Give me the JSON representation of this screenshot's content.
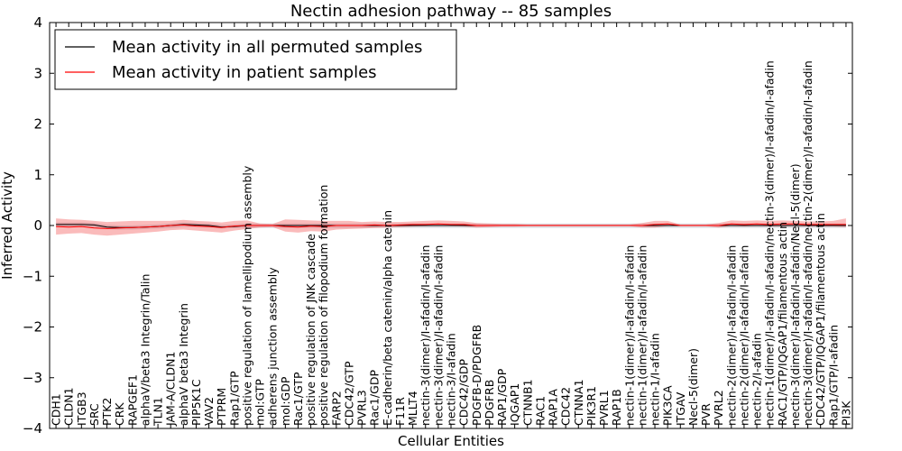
{
  "chart_data": {
    "type": "line",
    "title": "Nectin adhesion pathway -- 85 samples",
    "xlabel": "Cellular Entities",
    "ylabel": "Inferred Activity",
    "ylim": [
      -4,
      4
    ],
    "yticks": [
      "−4",
      "−3",
      "−2",
      "−1",
      "0",
      "1",
      "2",
      "3",
      "4"
    ],
    "grid": false,
    "legend_position": "top-left",
    "categories": [
      "CDH1",
      "CLDN1",
      "ITGB3",
      "SRC",
      "PTK2",
      "CRK",
      "RAPGEF1",
      "alphaV/beta3 Integrin/Talin",
      "TLN1",
      "JAM-A/CLDN1",
      "alphaV beta3 Integrin",
      "PIP5K1C",
      "VAV2",
      "PTPRM",
      "Rap1/GTP",
      "positive regulation of lamellipodium assembly",
      "mol:GTP",
      "adherens junction assembly",
      "mol:GDP",
      "Rac1/GTP",
      "positive regulation of JNK cascade",
      "positive regulation of filopodium formation",
      "FARP2",
      "CDC42/GTP",
      "PVRL3",
      "Rac1/GDP",
      "E-cadherin/beta catenin/alpha catenin",
      "F11R",
      "MLLT4",
      "nectin-3(dimer)/I-afadin/I-afadin",
      "nectin-3(dimer)/I-afadin/I-afadin",
      "nectin-3/I-afadin",
      "CDC42/GDP",
      "PDGFB-D/PDGFRB",
      "PDGFRB",
      "RAP1/GDP",
      "IQGAP1",
      "CTNNB1",
      "RAC1",
      "RAP1A",
      "CDC42",
      "CTNNA1",
      "PIK3R1",
      "PVRL1",
      "RAP1B",
      "nectin-1(dimer)/I-afadin/I-afadin",
      "nectin-1(dimer)/I-afadin/I-afadin",
      "nectin-1/I-afadin",
      "PIK3CA",
      "ITGAV",
      "Necl-5(dimer)",
      "PVR",
      "PVRL2",
      "nectin-2(dimer)/I-afadin/I-afadin",
      "nectin-2(dimer)/I-afadin/I-afadin",
      "nectin-2/I-afadin",
      "nectin-1(dimer)/I-afadin/I-afadin/nectin-3(dimer)/I-afadin/I-afadin",
      "RAC1/GTP/IQGAP1/filamentous actin",
      "nectin-3(dimer)/I-afadin/I-afadin/Necl-5(dimer)",
      "nectin-3(dimer)/I-afadin/I-afadin/nectin-2(dimer)/I-afadin/I-afadin",
      "CDC42/GTP/IQGAP1/filamentous actin",
      "Rap1/GTP/I-afadin",
      "PI3K"
    ],
    "series": [
      {
        "name": "Mean activity in all permuted samples",
        "color": "#000000",
        "values": [
          0.02,
          0.02,
          0.02,
          0.01,
          -0.03,
          -0.04,
          -0.04,
          -0.03,
          -0.02,
          0.0,
          0.02,
          0.01,
          0.0,
          -0.03,
          -0.02,
          0.0,
          0.0,
          0.0,
          0.0,
          0.0,
          0.0,
          0.0,
          0.0,
          0.0,
          0.0,
          0.0,
          0.0,
          0.0,
          0.0,
          0.0,
          0.0,
          0.0,
          0.0,
          0.0,
          0.0,
          0.0,
          0.0,
          0.0,
          0.0,
          0.0,
          0.0,
          0.0,
          0.0,
          0.0,
          0.0,
          0.0,
          0.0,
          0.0,
          0.0,
          0.0,
          0.0,
          0.0,
          0.0,
          0.0,
          0.0,
          0.0,
          0.0,
          0.0,
          0.0,
          0.0,
          0.0,
          0.0,
          0.0
        ],
        "band_low": [
          -0.03,
          -0.03,
          -0.03,
          -0.04,
          -0.07,
          -0.08,
          -0.08,
          -0.07,
          -0.06,
          -0.05,
          -0.03,
          -0.03,
          -0.04,
          -0.06,
          -0.05,
          -0.05,
          -0.05,
          -0.05,
          -0.05,
          -0.05,
          -0.05,
          -0.05,
          -0.05,
          -0.05,
          -0.05,
          -0.05,
          -0.05,
          -0.05,
          -0.05,
          -0.05,
          -0.05,
          -0.05,
          -0.05,
          -0.05,
          -0.05,
          -0.05,
          -0.05,
          -0.05,
          -0.05,
          -0.05,
          -0.05,
          -0.05,
          -0.05,
          -0.05,
          -0.05,
          -0.05,
          -0.05,
          -0.05,
          -0.05,
          -0.05,
          -0.05,
          -0.05,
          -0.05,
          -0.05,
          -0.05,
          -0.05,
          -0.05,
          -0.05,
          -0.05,
          -0.05,
          -0.05,
          -0.05,
          -0.05
        ],
        "band_high": [
          0.06,
          0.06,
          0.06,
          0.05,
          0.01,
          0.0,
          0.0,
          0.01,
          0.02,
          0.04,
          0.06,
          0.05,
          0.04,
          0.01,
          0.02,
          0.04,
          0.04,
          0.04,
          0.04,
          0.04,
          0.04,
          0.04,
          0.04,
          0.04,
          0.04,
          0.04,
          0.04,
          0.04,
          0.04,
          0.04,
          0.04,
          0.04,
          0.04,
          0.04,
          0.04,
          0.04,
          0.04,
          0.04,
          0.04,
          0.04,
          0.04,
          0.04,
          0.04,
          0.04,
          0.04,
          0.04,
          0.04,
          0.04,
          0.04,
          0.04,
          0.04,
          0.04,
          0.04,
          0.04,
          0.04,
          0.04,
          0.04,
          0.04,
          0.04,
          0.04,
          0.04,
          0.04,
          0.04
        ]
      },
      {
        "name": "Mean activity in patient samples",
        "color": "#ff0000",
        "values": [
          -0.02,
          -0.03,
          -0.02,
          -0.05,
          -0.06,
          -0.05,
          -0.04,
          -0.03,
          -0.02,
          0.0,
          0.01,
          -0.01,
          -0.02,
          -0.04,
          -0.01,
          0.0,
          0.0,
          0.0,
          -0.02,
          -0.03,
          -0.01,
          -0.02,
          0.0,
          0.0,
          0.0,
          0.01,
          0.0,
          0.01,
          0.02,
          0.02,
          0.03,
          0.02,
          0.02,
          0.0,
          0.0,
          0.0,
          0.0,
          0.0,
          0.0,
          0.0,
          0.0,
          0.0,
          0.0,
          0.0,
          0.0,
          0.0,
          0.0,
          0.02,
          0.03,
          0.0,
          0.0,
          0.0,
          0.0,
          0.03,
          0.02,
          0.03,
          0.02,
          0.03,
          0.03,
          0.02,
          0.02,
          0.02,
          0.02
        ],
        "band_low": [
          -0.18,
          -0.16,
          -0.15,
          -0.18,
          -0.2,
          -0.18,
          -0.16,
          -0.14,
          -0.12,
          -0.09,
          -0.08,
          -0.1,
          -0.12,
          -0.14,
          -0.1,
          -0.07,
          -0.04,
          -0.03,
          -0.12,
          -0.14,
          -0.11,
          -0.12,
          -0.08,
          -0.07,
          -0.06,
          -0.05,
          -0.04,
          -0.03,
          -0.02,
          -0.01,
          0.0,
          -0.01,
          -0.02,
          -0.04,
          -0.03,
          -0.02,
          -0.02,
          -0.01,
          -0.01,
          -0.01,
          -0.01,
          -0.01,
          -0.01,
          -0.01,
          -0.01,
          -0.01,
          -0.04,
          -0.04,
          -0.01,
          -0.01,
          -0.01,
          -0.01,
          -0.04,
          -0.01,
          -0.02,
          -0.01,
          -0.02,
          -0.02,
          -0.01,
          -0.02,
          -0.02,
          -0.02,
          -0.03
        ],
        "band_high": [
          0.14,
          0.12,
          0.11,
          0.09,
          0.07,
          0.08,
          0.09,
          0.09,
          0.09,
          0.09,
          0.11,
          0.09,
          0.08,
          0.06,
          0.09,
          0.1,
          0.04,
          0.03,
          0.12,
          0.11,
          0.1,
          0.09,
          0.09,
          0.09,
          0.07,
          0.08,
          0.07,
          0.07,
          0.08,
          0.09,
          0.1,
          0.09,
          0.08,
          0.05,
          0.04,
          0.03,
          0.03,
          0.02,
          0.02,
          0.02,
          0.02,
          0.02,
          0.02,
          0.02,
          0.02,
          0.02,
          0.05,
          0.09,
          0.09,
          0.02,
          0.02,
          0.02,
          0.05,
          0.1,
          0.09,
          0.1,
          0.09,
          0.1,
          0.09,
          0.08,
          0.08,
          0.09,
          0.14
        ]
      }
    ]
  }
}
